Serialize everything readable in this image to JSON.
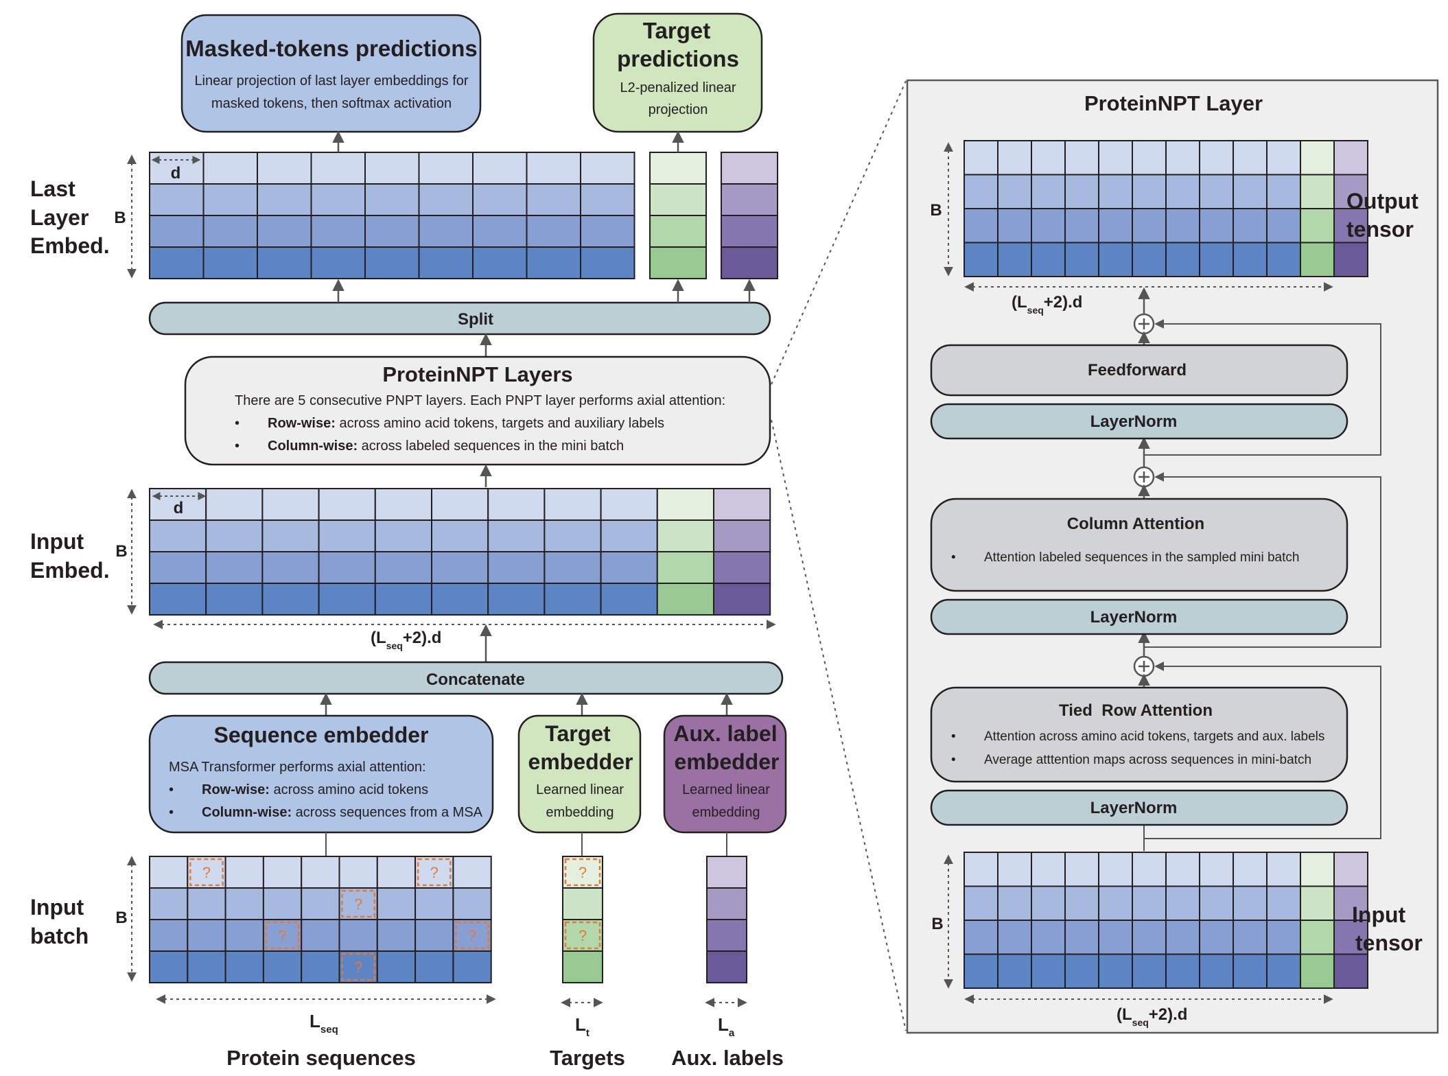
{
  "top": {
    "masked_title": "Masked-tokens predictions",
    "masked_desc1": "Linear projection of last layer embeddings for",
    "masked_desc2": "masked tokens, then softmax activation",
    "target_title1": "Target",
    "target_title2": "predictions",
    "target_desc1": "L2-penalized linear",
    "target_desc2": "projection"
  },
  "left_labels": {
    "last1": "Last",
    "last2": "Layer",
    "last3": "Embed.",
    "input1": "Input",
    "input2": "Embed.",
    "batch1": "Input",
    "batch2": "batch"
  },
  "dims": {
    "B": "B",
    "d": "d",
    "lseq_d_main": "(L",
    "lseq_d_sub": "seq",
    "lseq_d_tail": "+2).d",
    "L": "L",
    "seq": "seq",
    "t": "t",
    "a": "a",
    "mask": "?"
  },
  "boxes": {
    "split": "Split",
    "concatenate": "Concatenate",
    "pnpt_title": "ProteinNPT Layers",
    "pnpt_desc": "There are 5 consecutive PNPT layers. Each PNPT layer performs axial attention:",
    "pnpt_row_bold": "Row-wise:",
    "pnpt_row_text": " across amino acid tokens, targets and auxiliary labels",
    "pnpt_col_bold": "Column-wise:",
    "pnpt_col_text": " across labeled sequences in the mini batch",
    "seq_emb_title": "Sequence embedder",
    "seq_emb_desc": "MSA Transformer performs axial attention:",
    "seq_row_bold": "Row-wise:",
    "seq_row_text": " across amino acid tokens",
    "seq_col_bold": "Column-wise:",
    "seq_col_text": " across sequences from a MSA",
    "tgt_emb_title1": "Target",
    "tgt_emb_title2": "embedder",
    "tgt_emb_desc1": "Learned linear",
    "tgt_emb_desc2": "embedding",
    "aux_emb_title1": "Aux. label",
    "aux_emb_title2": "embedder",
    "aux_emb_desc1": "Learned linear",
    "aux_emb_desc2": "embedding"
  },
  "bottom": {
    "protein": "Protein sequences",
    "targets": "Targets",
    "aux": "Aux. labels"
  },
  "panel": {
    "title": "ProteinNPT Layer",
    "output1": "Output",
    "output2": "tensor",
    "input1": "Input",
    "input2": "tensor",
    "feedforward": "Feedforward",
    "layernorm": "LayerNorm",
    "col_att_title": "Column Attention",
    "col_att_desc": "Attention labeled sequences in the sampled mini batch",
    "row_att_title": "Tied  Row Attention",
    "row_att_desc1": "Attention across amino acid tokens, targets and aux. labels",
    "row_att_desc2": "Average atttention maps across sequences in mini-batch"
  },
  "colors": {
    "seq_rows": [
      "#d0daef",
      "#a8b9e0",
      "#889fd4",
      "#5d85c5"
    ],
    "target_rows": [
      "#e4efe0",
      "#cde4c7",
      "#b2d7aa",
      "#98c993"
    ],
    "aux_rows": [
      "#cdc6de",
      "#a59bc5",
      "#8677b0",
      "#6a5a9a"
    ],
    "blue_box": "#b0c4e6",
    "green_box": "#cfe6bf",
    "purple_box": "#9b70a3",
    "grey_box": "#d1d3d4",
    "light_grey_box": "#eeeeef",
    "slate_box": "#bccfd5",
    "panel_bg": "#efeff0",
    "mask_border": "#e07b3a"
  }
}
